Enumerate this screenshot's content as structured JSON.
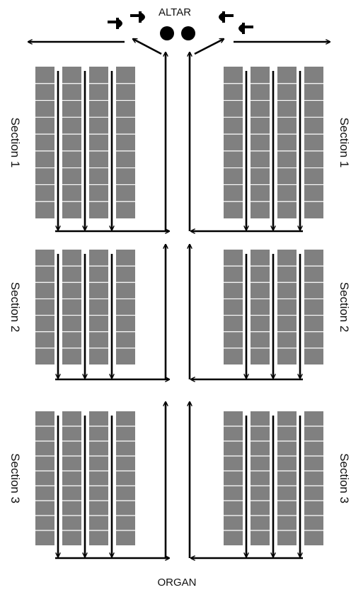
{
  "labels": {
    "top": "ALTAR",
    "bottom": "ORGAN"
  },
  "sections": [
    {
      "label": "Section 1",
      "rows": 9
    },
    {
      "label": "Section 2",
      "rows": 7
    },
    {
      "label": "Section 3",
      "rows": 9
    }
  ],
  "pew_columns_per_side": 4,
  "colors": {
    "pew_fill": "#808080",
    "pew_line": "#ffffff",
    "arrow": "#000000"
  },
  "icons": [
    "kneeler-icon",
    "candle-icon"
  ]
}
